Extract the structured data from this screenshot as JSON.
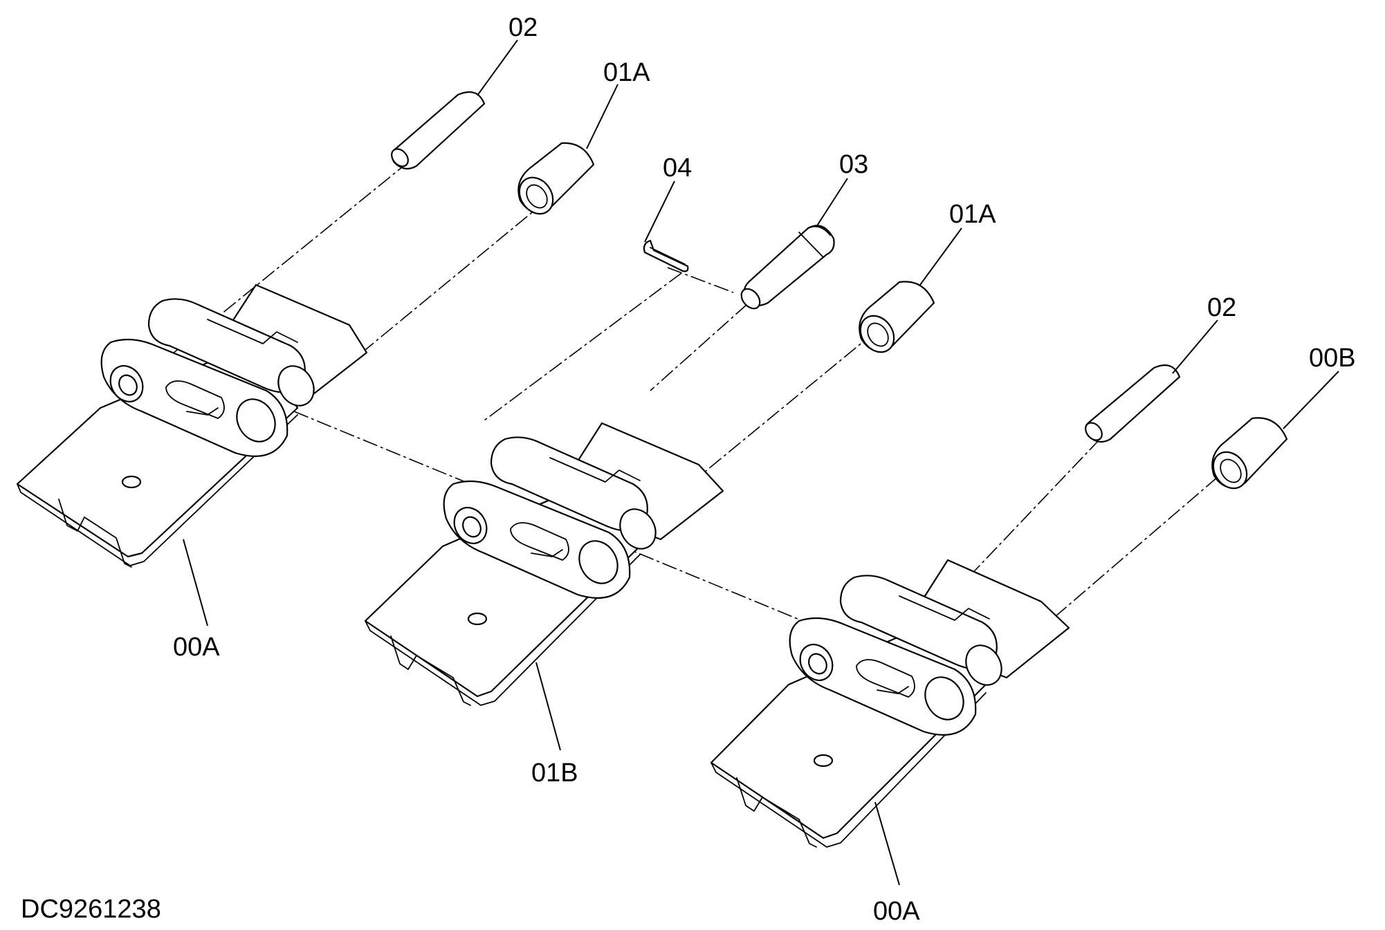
{
  "diagram": {
    "labels": {
      "pin_top": "02",
      "bushing_top": "01A",
      "cotter_pin": "04",
      "master_pin": "03",
      "bushing_mid": "01A",
      "pin_right": "02",
      "bushing_right": "00B",
      "shoe_left": "00A",
      "shoe_mid": "01B",
      "shoe_right": "00A"
    },
    "document_id": "DC9261238"
  }
}
